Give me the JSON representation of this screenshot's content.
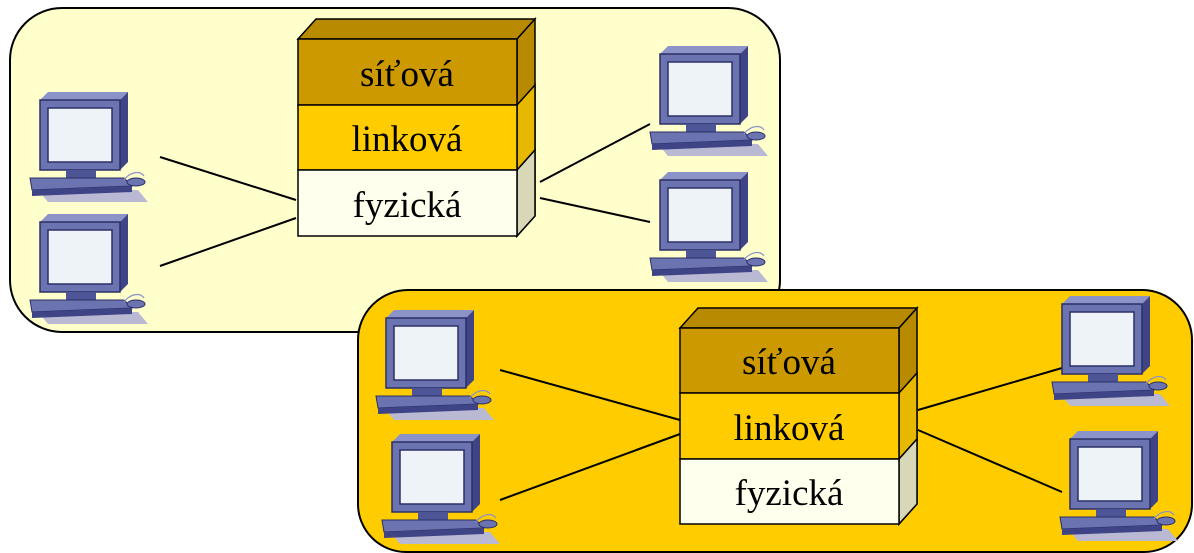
{
  "colors": {
    "panel_top_fill": "#ffffcc",
    "panel_bottom_fill": "#ffcc00",
    "layer_network": "#cc9900",
    "layer_link": "#ffcc00",
    "layer_physical": "#ffffee",
    "computer_body": "#6b73b0"
  },
  "top_panel": {
    "layers": {
      "network": "síťová",
      "link": "linková",
      "physical": "fyzická"
    },
    "links_to_physical_layer": 4
  },
  "bottom_panel": {
    "layers": {
      "network": "síťová",
      "link": "linková",
      "physical": "fyzická"
    },
    "links_to_link_layer": 4
  }
}
